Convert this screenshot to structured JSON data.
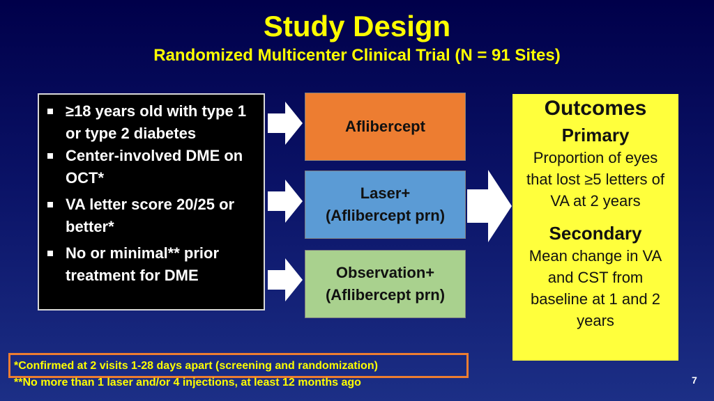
{
  "title": "Study Design",
  "subtitle": "Randomized Multicenter Clinical Trial (N = 91 Sites)",
  "criteria": [
    "≥18 years old with type 1 or type 2 diabetes",
    "Center-involved DME on OCT*",
    "VA letter score 20/25 or better*",
    "No or minimal** prior treatment for DME"
  ],
  "arms": [
    {
      "line1": "Aflibercept",
      "line2": "",
      "color": "#ed7d31"
    },
    {
      "line1": "Laser+",
      "line2": "(Aflibercept prn)",
      "color": "#5b9bd5"
    },
    {
      "line1": "Observation+",
      "line2": "(Aflibercept prn)",
      "color": "#a9d18e"
    }
  ],
  "outcomes": {
    "heading": "Outcomes",
    "primary_label": "Primary",
    "primary_text": "Proportion of eyes that lost ≥5 letters of VA at 2 years",
    "secondary_label": "Secondary",
    "secondary_text": "Mean change in VA and CST from baseline at 1 and 2 years",
    "color": "#ffff3c"
  },
  "footnotes": [
    "*Confirmed at 2 visits 1-28 days apart (screening and randomization)",
    "**No more than 1 laser and/or 4 injections, at least 12 months ago"
  ],
  "page_number": "7",
  "colors": {
    "title": "#ffff00",
    "footnote_highlight": "#ed7d31"
  }
}
